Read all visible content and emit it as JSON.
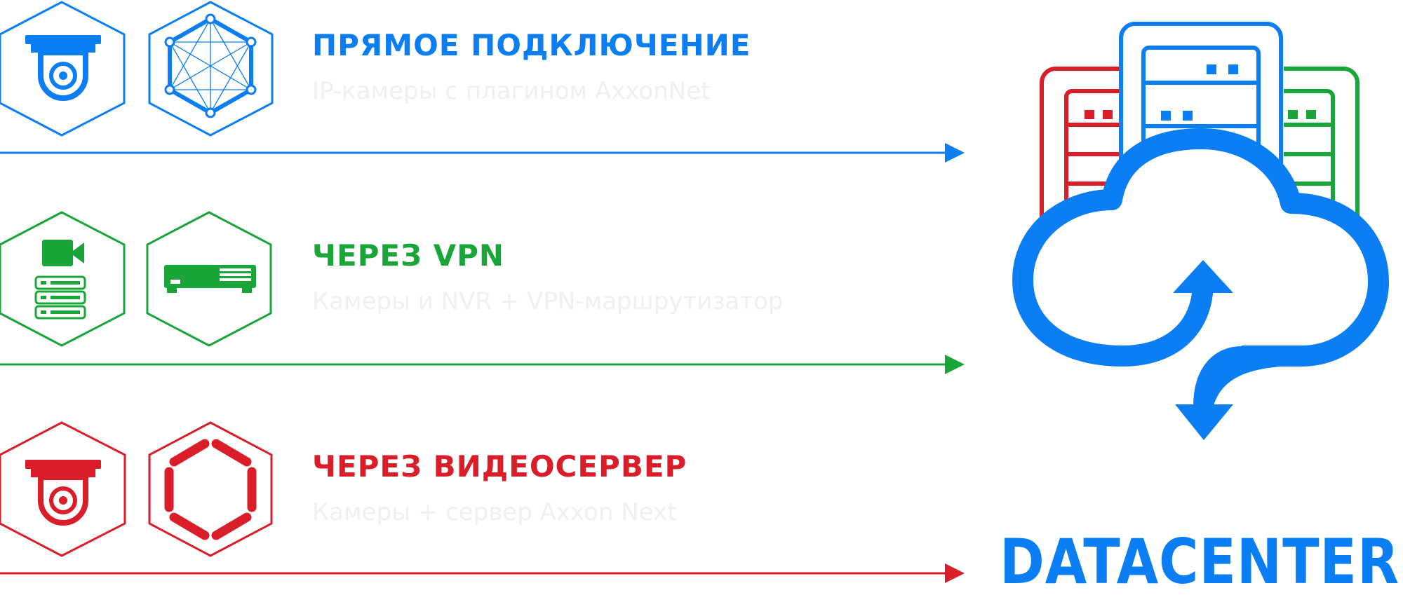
{
  "colors": {
    "blue": "#0a7ef2",
    "green": "#1aa539",
    "red": "#d91e2a",
    "subtitle": "#eef0f3"
  },
  "rows": [
    {
      "title": "ПРЯМОЕ ПОДКЛЮЧЕНИЕ",
      "subtitle": "IP-камеры с плагином AxxonNet",
      "color": "blue",
      "icons": [
        "dome-camera-icon",
        "network-mesh-icon"
      ]
    },
    {
      "title": "ЧЕРЕЗ VPN",
      "subtitle": "Камеры и NVR + VPN-маршрутизатор",
      "color": "green",
      "icons": [
        "video-camera-server-icon",
        "nvr-device-icon"
      ]
    },
    {
      "title": "ЧЕРЕЗ ВИДЕОСЕРВЕР",
      "subtitle": "Камеры + сервер Axxon Next",
      "color": "red",
      "icons": [
        "dome-camera-icon",
        "server-ring-icon"
      ]
    }
  ],
  "datacenter": {
    "label": "DATACENTER",
    "icons": [
      "server-rack-icon",
      "cloud-sync-icon"
    ]
  }
}
